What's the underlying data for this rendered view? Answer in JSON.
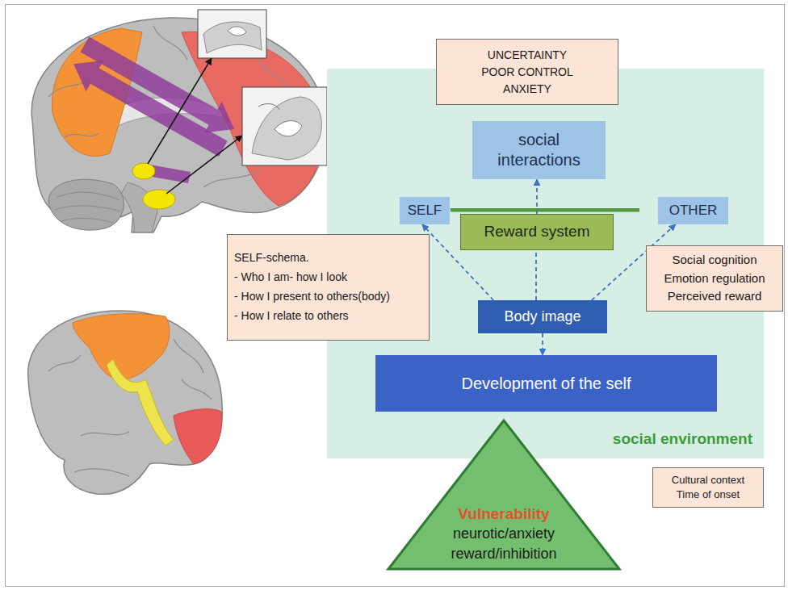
{
  "diagram": {
    "nodes": [
      {
        "text": [
          "UNCERTAINTY",
          "POOR CONTROL",
          "ANXIETY"
        ]
      },
      {
        "text": [
          "social environment"
        ]
      },
      {
        "text": [
          "social interactions"
        ],
        "in": 1
      },
      {
        "text": [
          "SELF"
        ],
        "in": 1
      },
      {
        "text": [
          "Reward system"
        ],
        "in": 1
      },
      {
        "text": [
          "OTHER"
        ],
        "in": 1
      },
      {
        "text": [
          "SELF-schema.",
          "- Who I am- how I look",
          "- How I present to others(body)",
          "- How I relate to others"
        ]
      },
      {
        "text": [
          "Social cognition",
          "Emotion regulation",
          "Perceived reward"
        ]
      },
      {
        "text": [
          "Body image"
        ],
        "in": 1
      },
      {
        "text": [
          "Development of the self"
        ],
        "in": 1
      },
      {
        "text": [
          "Vulnerability",
          "neurotic/anxiety",
          "reward/inhibition"
        ]
      },
      {
        "text": [
          "Cultural context",
          "Time of onset"
        ]
      }
    ],
    "edges": [
      {
        "from": 8,
        "to": 3,
        "arrow": "to"
      },
      {
        "from": 8,
        "to": 4,
        "arrow": "none"
      },
      {
        "from": 4,
        "to": 2,
        "arrow": "to"
      },
      {
        "from": 8,
        "to": 5,
        "arrow": "to"
      },
      {
        "from": 8,
        "to": 9,
        "arrow": "to"
      }
    ]
  }
}
